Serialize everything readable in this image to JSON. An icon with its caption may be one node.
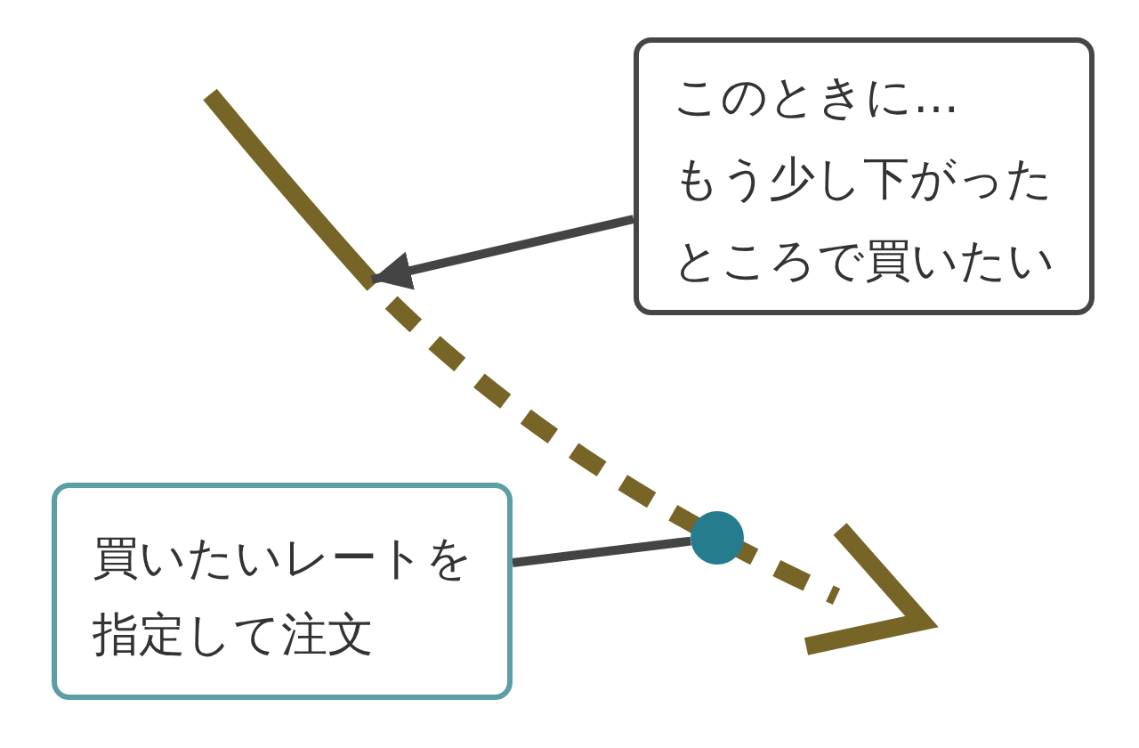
{
  "diagram": {
    "nodes": [
      {
        "text": [
          "このときに…",
          "もう少し下がったところで買いたい"
        ]
      },
      {
        "text": [
          "買いたいレートを指定して注文"
        ]
      },
      {
        "text": [],
        "shape": "circle"
      }
    ],
    "edges": [
      {
        "from": 0,
        "to": null,
        "arrow": "to"
      },
      {
        "from": 1,
        "to": 2,
        "arrow": "none"
      }
    ]
  }
}
